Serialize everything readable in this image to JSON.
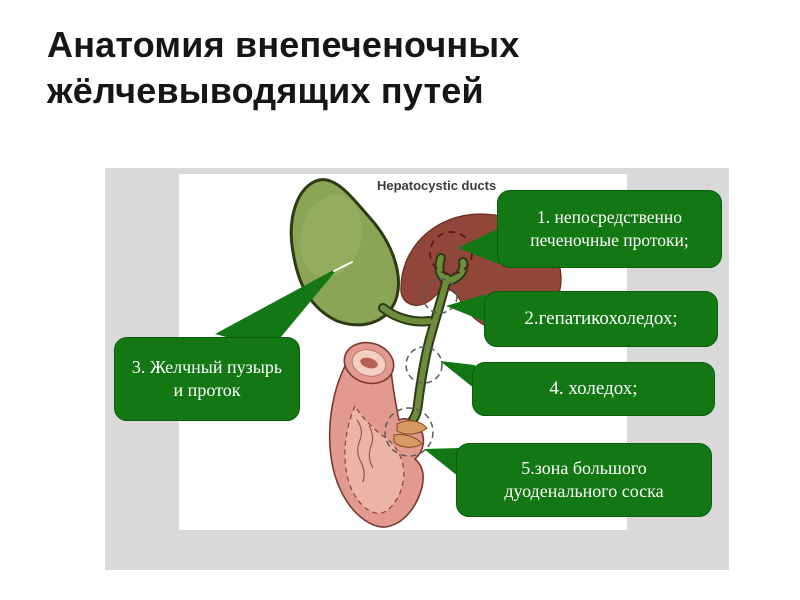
{
  "slide": {
    "title": "Анатомия внепеченочных жёлчевыводящих путей"
  },
  "figure": {
    "image_caption": "Hepatocystic ducts",
    "callouts": [
      {
        "num": 1,
        "label": "1. непосредственно печеночные протоки;"
      },
      {
        "num": 2,
        "label": "2.гепатикохоледох;"
      },
      {
        "num": 3,
        "label": "3. Желчный пузырь и проток"
      },
      {
        "num": 4,
        "label": "4. холедох;"
      },
      {
        "num": 5,
        "label": "5.зона большого дуоденального соска"
      }
    ],
    "colors": {
      "callout_green": "#137813",
      "panel_gray": "#d9d9d9",
      "liver": "#91463a",
      "gallbladder": "#8ba556",
      "bile_duct": "#6d8d3d",
      "duodenum": "#e29a90",
      "papilla": "#d89a62",
      "callout_text": "#ffffff"
    }
  }
}
